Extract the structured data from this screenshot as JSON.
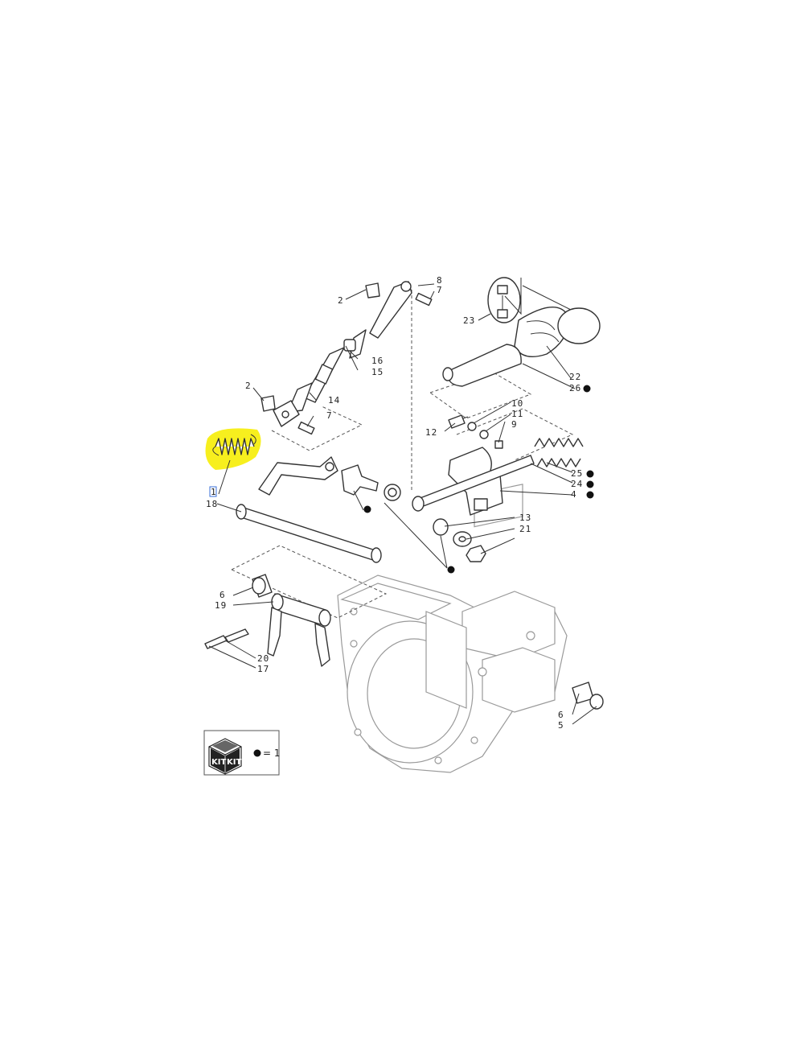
{
  "diagram": {
    "callouts": {
      "c1": "1",
      "c2a": "2",
      "c2b": "2",
      "c4": "4",
      "c5": "5",
      "c6a": "6",
      "c6b": "6",
      "c7a": "7",
      "c7b": "7",
      "c8": "8",
      "c9": "9",
      "c10": "10",
      "c11": "11",
      "c12": "12",
      "c13": "13",
      "c14": "14",
      "c15": "15",
      "c16": "16",
      "c17": "17",
      "c18": "18",
      "c19": "19",
      "c20": "20",
      "c21": "21",
      "c22": "22",
      "c23": "23",
      "c24": "24",
      "c25": "25",
      "c26": "26"
    },
    "highlight_color": "#f7ef1e",
    "highlighted_part": "1",
    "kit_legend": {
      "icon_text_1": "KIT",
      "icon_text_2": "KIT",
      "equals_text": "= 1"
    }
  }
}
